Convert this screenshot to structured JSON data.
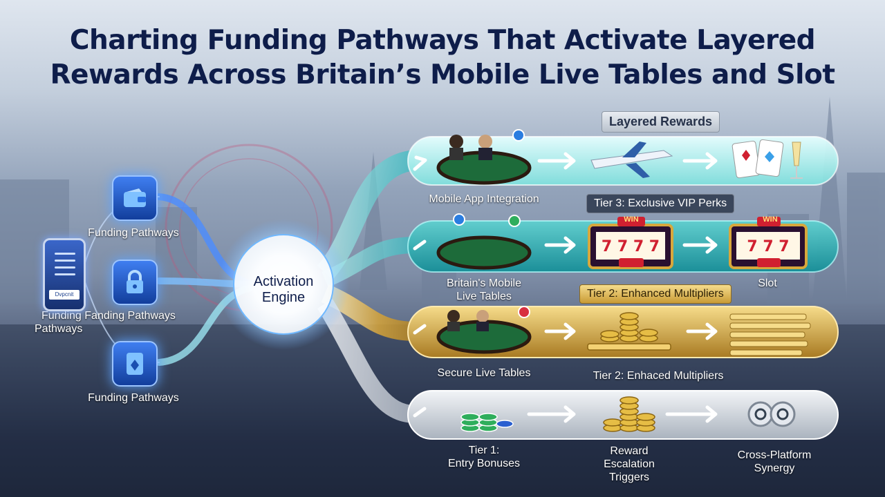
{
  "title": {
    "line1": "Charting Funding Pathways That Activate Layered",
    "line2": "Rewards Across Britain’s Mobile Live Tables and Slot"
  },
  "left": {
    "funding_top": "Funding Pathways",
    "funding_mid_line1": "Funding Fanding Pathways",
    "funding_mid_line2": "Pathways",
    "funding_bottom": "Funding Pathways",
    "phone_button": "Dvpcnit"
  },
  "engine": {
    "line1": "Activation",
    "line2": "Engine"
  },
  "lanes": {
    "header_rewards": "Layered Rewards",
    "lane1": {
      "label": "Mobile App Integration",
      "tier_label": "Tier 3: Exclusive VIP Perks"
    },
    "lane2": {
      "label_line1": "Britain's Mobile",
      "label_line2": "Live Tables",
      "slot_label": "Slot",
      "tier_label": "Tier 2: Enhanced Multipliers",
      "win": "WIN",
      "reels": "777"
    },
    "lane3": {
      "label": "Secure Live Tables",
      "tier_label": "Tier 2: Enhaced Multipliers"
    },
    "lane4": {
      "tier1_line1": "Tier 1:",
      "tier1_line2": "Entry Bonuses",
      "reward_line1": "Reward",
      "reward_line2": "Escalation",
      "reward_line3": "Triggers",
      "cross_line1": "Cross-Platform",
      "cross_line2": "Synergy"
    }
  },
  "colors": {
    "teal": "#3fd6d0",
    "gold": "#e2b84a",
    "silver": "#d7dde5",
    "blue": "#2f6be0",
    "navy": "#0e1d4a"
  }
}
